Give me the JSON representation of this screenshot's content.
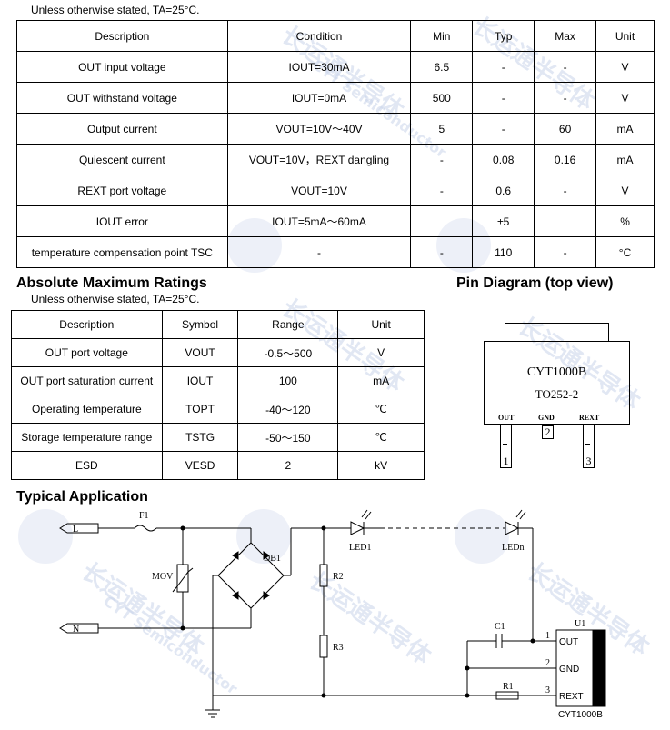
{
  "elec": {
    "note": "Unless otherwise stated, TA=25°C.",
    "headers": [
      "Description",
      "Condition",
      "Min",
      "Typ",
      "Max",
      "Unit"
    ],
    "rows": [
      [
        "OUT input voltage",
        "IOUT=30mA",
        "6.5",
        "-",
        "-",
        "V"
      ],
      [
        "OUT withstand voltage",
        "IOUT=0mA",
        "500",
        "-",
        "-",
        "V"
      ],
      [
        "Output current",
        "VOUT=10V～40V",
        "5",
        "-",
        "60",
        "mA"
      ],
      [
        "Quiescent current",
        "VOUT=10V，REXT dangling",
        "-",
        "0.08",
        "0.16",
        "mA"
      ],
      [
        "REXT port voltage",
        "VOUT=10V",
        "-",
        "0.6",
        "-",
        "V"
      ],
      [
        "IOUT error",
        "IOUT=5mA～60mA",
        "",
        "±5",
        "",
        "%"
      ],
      [
        "temperature compensation point TSC",
        "-",
        "-",
        "110",
        "-",
        "°C"
      ]
    ]
  },
  "amr": {
    "title": "Absolute Maximum Ratings",
    "note": "Unless otherwise stated, TA=25°C.",
    "headers": [
      "Description",
      "Symbol",
      "Range",
      "Unit"
    ],
    "rows": [
      [
        "OUT port voltage",
        "VOUT",
        "-0.5～500",
        "V"
      ],
      [
        "OUT port saturation current",
        "IOUT",
        "100",
        "mA"
      ],
      [
        "Operating temperature",
        "TOPT",
        "-40～120",
        "℃"
      ],
      [
        "Storage temperature range",
        "TSTG",
        "-50～150",
        "℃"
      ],
      [
        "ESD",
        "VESD",
        "2",
        "kV"
      ]
    ]
  },
  "pin": {
    "title": "Pin Diagram (top view)",
    "part": "CYT1000B",
    "package": "TO252-2",
    "pins": [
      {
        "name": "OUT",
        "num": "1"
      },
      {
        "name": "GND",
        "num": "2"
      },
      {
        "name": "REXT",
        "num": "3"
      }
    ]
  },
  "app": {
    "title": "Typical Application",
    "labels": {
      "L": "L",
      "N": "N",
      "F1": "F1",
      "MOV": "MOV",
      "DB1": "DB1",
      "R2": "R2",
      "R3": "R3",
      "LED1": "LED1",
      "LEDn": "LEDn",
      "C1": "C1",
      "R1": "R1",
      "U1": "U1",
      "pin1": "1",
      "pin2": "2",
      "pin3": "3",
      "OUT": "OUT",
      "GND": "GND",
      "REXT": "REXT",
      "chip": "CYT1000B"
    }
  },
  "watermark": {
    "cn": "长运通半导体",
    "en": "CYT Semiconductor"
  }
}
